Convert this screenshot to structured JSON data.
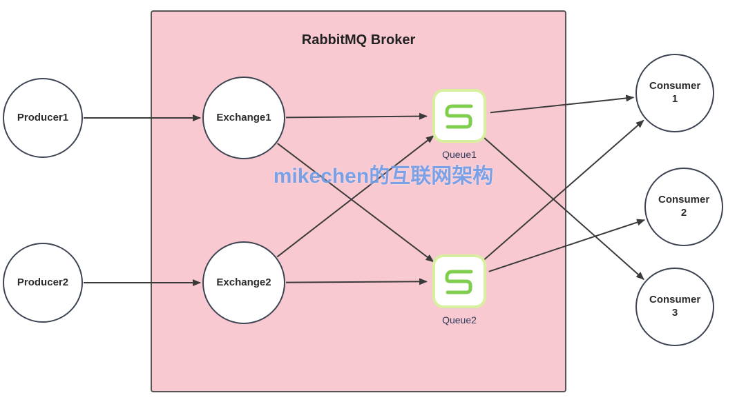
{
  "diagram": {
    "title": "RabbitMQ Broker",
    "watermark": "mikechen的互联网架构",
    "colors": {
      "broker_fill": "#f9c9d2",
      "broker_border": "#555555",
      "node_border": "#3d4451",
      "arrow": "#3a3a3a",
      "queue_border": "#d8efa0",
      "queue_glyph": "#7fce4e",
      "queue_label": "#2e3a59",
      "watermark": "#6d9ce8"
    },
    "nodes": {
      "producer1": {
        "label": "Producer1"
      },
      "producer2": {
        "label": "Producer2"
      },
      "exchange1": {
        "label": "Exchange1"
      },
      "exchange2": {
        "label": "Exchange2"
      },
      "queue1": {
        "label": "Queue1"
      },
      "queue2": {
        "label": "Queue2"
      },
      "consumer1": {
        "label": "Consumer 1"
      },
      "consumer2": {
        "label": "Consumer 2"
      },
      "consumer3": {
        "label": "Consumer 3"
      }
    },
    "edges": [
      {
        "from": "producer1",
        "to": "exchange1"
      },
      {
        "from": "producer2",
        "to": "exchange2"
      },
      {
        "from": "exchange1",
        "to": "queue1"
      },
      {
        "from": "exchange1",
        "to": "queue2"
      },
      {
        "from": "exchange2",
        "to": "queue1"
      },
      {
        "from": "exchange2",
        "to": "queue2"
      },
      {
        "from": "queue1",
        "to": "consumer1"
      },
      {
        "from": "queue1",
        "to": "consumer3"
      },
      {
        "from": "queue2",
        "to": "consumer1"
      },
      {
        "from": "queue2",
        "to": "consumer2"
      }
    ]
  }
}
